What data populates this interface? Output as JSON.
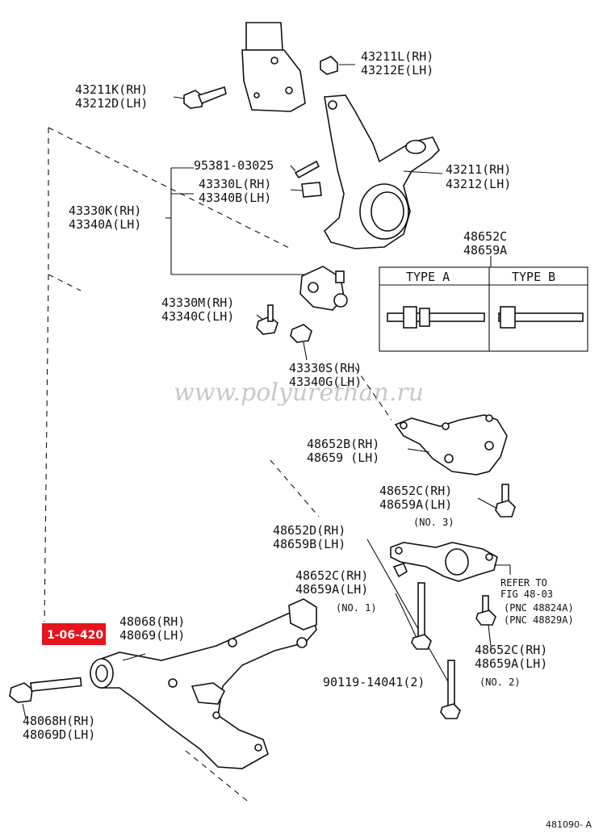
{
  "watermark": "www.polyurethan.ru",
  "callout": {
    "text": "1-06-420",
    "color": "#e8141b"
  },
  "figure_id": "481090- A",
  "labels": {
    "l43211L": "43211L(RH)",
    "l43212E": "43212E(LH)",
    "l43211K": "43211K(RH)",
    "l43212D": "43212D(LH)",
    "l95381": "95381-03025",
    "l43330L": "43330L(RH)",
    "l43340B": "43340B(LH)",
    "l43330K": "43330K(RH)",
    "l43340A": "43340A(LH)",
    "l43211": "43211(RH)",
    "l43212": "43212(LH)",
    "l48652C_t": "48652C",
    "l48659A_t": "48659A",
    "l43330M": "43330M(RH)",
    "l43340C": "43340C(LH)",
    "l43330S": "43330S(RH)",
    "l43340G": "43340G(LH)",
    "l48652B": "48652B(RH)",
    "l48659": "48659  (LH)",
    "l48652C_3": "48652C(RH)",
    "l48659A_3": "48659A(LH)",
    "no3": "(NO. 3)",
    "l48652D": "48652D(RH)",
    "l48659B": "48659B(LH)",
    "l48652C_1": "48652C(RH)",
    "l48659A_1": "48659A(LH)",
    "no1": "(NO. 1)",
    "refer1": "REFER TO",
    "refer2": "FIG 48-03",
    "pnc1": "(PNC 48824A)",
    "pnc2": "(PNC 48829A)",
    "l48652C_2": "48652C(RH)",
    "l48659A_2": "48659A(LH)",
    "no2": "(NO. 2)",
    "l48068": "48068(RH)",
    "l48069": "48069(LH)",
    "l90119": "90119-14041(2)",
    "l48068H": "48068H(RH)",
    "l48069D": "48069D(LH)"
  },
  "type_table": {
    "type_a": "TYPE  A",
    "type_b": "TYPE  B"
  }
}
